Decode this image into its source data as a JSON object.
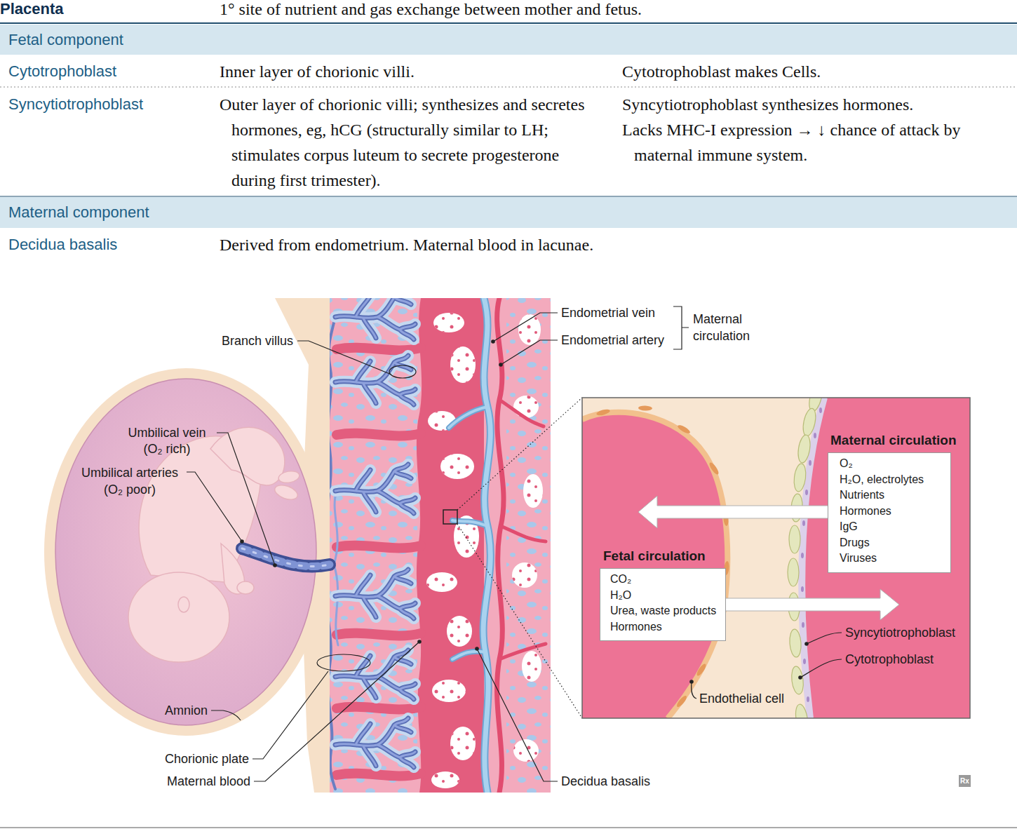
{
  "diagram": {
    "title": "Placenta",
    "nodes": [
      {
        "text": [
          "Fetal component"
        ]
      },
      {
        "text": [
          "Maternal component"
        ]
      },
      {
        "text": [
          "Maternal circulation",
          "O₂",
          "H₂O, electrolytes",
          "Nutrients",
          "Hormones",
          "IgG",
          "Drugs",
          "Viruses"
        ]
      },
      {
        "text": [
          "Fetal circulation",
          "CO₂",
          "H₂O",
          "Urea, waste products",
          "Hormones"
        ]
      }
    ],
    "labels": [
      "1° site of nutrient and gas exchange between mother and fetus.",
      "Cytotrophoblast",
      "Inner layer of chorionic villi.",
      "Cytotrophoblast makes Cells.",
      "Syncytiotrophoblast",
      "Outer layer of chorionic villi; synthesizes and secretes hormones, eg, hCG (structurally similar to LH; stimulates corpus luteum to secrete progesterone during first trimester).",
      "Syncytiotrophoblast synthesizes hormones.",
      "Lacks MHC-I expression → ↓ chance of attack by maternal immune system.",
      "Decidua basalis",
      "Derived from endometrium. Maternal blood in lacunae.",
      "Branch villus",
      "Endometrial vein",
      "Endometrial artery",
      "Maternal circulation",
      "Umbilical vein (O₂ rich)",
      "Umbilical arteries (O₂ poor)",
      "Amnion",
      "Chorionic plate",
      "Maternal blood",
      "Decidua basalis",
      "Syncytiotrophoblast",
      "Cytotrophoblast",
      "Endothelial cell",
      "Rx"
    ]
  }
}
